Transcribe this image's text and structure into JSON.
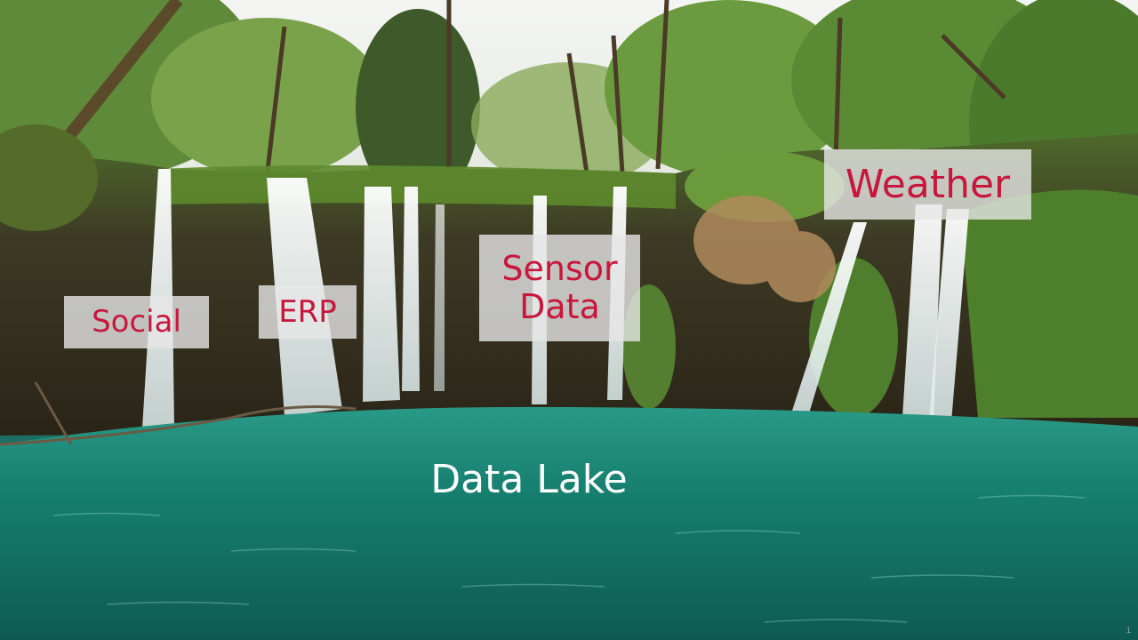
{
  "colors": {
    "label_text": "#c8163c",
    "caption_text": "#ffffff",
    "page_number": "#9aa3a3",
    "lake": "#178070",
    "sky": "#eef0ee"
  },
  "labels": {
    "social": "Social",
    "erp": "ERP",
    "sensor_data": "Sensor\nData",
    "weather": "Weather"
  },
  "lake_caption": "Data Lake",
  "page_number": "1"
}
